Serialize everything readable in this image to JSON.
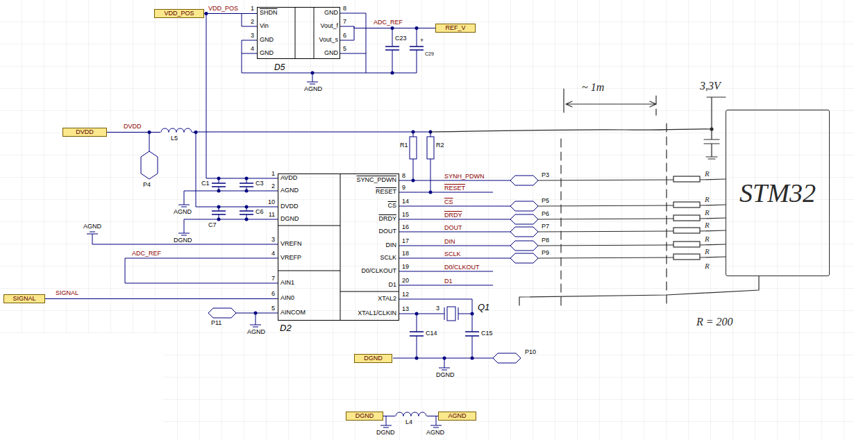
{
  "diagram": {
    "nodes": [
      {
        "text": [
          "VDD_POS"
        ]
      },
      {
        "text": [
          "REF_V"
        ]
      },
      {
        "text": [
          "D5"
        ]
      },
      {
        "text": [
          "DVDD"
        ]
      },
      {
        "text": [
          "D2"
        ]
      },
      {
        "text": [
          "SIGNAL"
        ]
      },
      {
        "text": [
          "DGND"
        ]
      },
      {
        "text": [
          "DGND"
        ]
      },
      {
        "text": [
          "AGND"
        ]
      },
      {
        "text": [
          "STM32"
        ]
      }
    ],
    "edges": [
      {
        "from": 0,
        "to": 2,
        "arrow": "none"
      },
      {
        "from": 2,
        "to": 1,
        "arrow": "none"
      },
      {
        "from": 0,
        "to": 4,
        "arrow": "none"
      },
      {
        "from": 3,
        "to": 4,
        "arrow": "none"
      },
      {
        "from": 5,
        "to": 4,
        "arrow": "none"
      },
      {
        "from": 7,
        "to": 8,
        "arrow": "none"
      }
    ],
    "labels": [
      "VDD_POS",
      "1",
      "SHDN",
      "2",
      "Vin",
      "3",
      "GND",
      "4",
      "GND",
      "8",
      "GND",
      "7",
      "Vout_f",
      "6",
      "Vout_s",
      "5",
      "GND",
      "ADC_REF",
      "C23",
      "+",
      "C29",
      "AGND",
      "DVDD",
      "L5",
      "P4",
      "R1",
      "R2",
      "1",
      "AVDD",
      "2",
      "AGND",
      "10",
      "DVDD",
      "11",
      "DGND",
      "3",
      "VREFN",
      "4",
      "VREFP",
      "7",
      "AIN1",
      "6",
      "AIN0",
      "5",
      "AINCOM",
      "8",
      "SYNC_PDWN",
      "9",
      "RESET",
      "14",
      "CS",
      "15",
      "DRDY",
      "16",
      "DOUT",
      "17",
      "DIN",
      "18",
      "SCLK",
      "19",
      "D0/CLKOUT",
      "20",
      "D1",
      "12",
      "XTAL2",
      "13",
      "XTAL1/CLKIN",
      "SYNH_PDWN",
      "RESET",
      "CS",
      "DRDY",
      "DOUT",
      "DIN",
      "SCLK",
      "D0/CLKOUT",
      "D1",
      "P3",
      "P5",
      "P6",
      "P7",
      "P8",
      "P9",
      "C1",
      "C3",
      "AGND",
      "C6",
      "C7",
      "DGND",
      "AGND",
      "ADC_REF",
      "SIGNAL",
      "P11",
      "AGND",
      "3",
      "Q1",
      "C14",
      "C15",
      "P10",
      "DGND",
      "L4",
      "DGND",
      "AGND",
      "~ 1m",
      "3,3V",
      "R",
      "R",
      "R",
      "R",
      "R",
      "R",
      "R",
      "R = 200"
    ]
  }
}
